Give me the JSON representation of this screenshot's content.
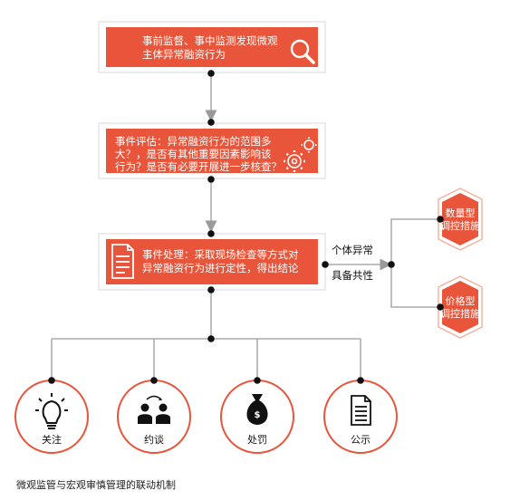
{
  "steps": [
    {
      "line1": "事前监督、事中监测发现微观",
      "line2": "主体异常融资行为",
      "line3": "",
      "icon": "magnifier-icon"
    },
    {
      "line1": "事件评估：异常融资行为的范围多",
      "line2": "大？，是否有其他重要因素影响该",
      "line3": "行为？是否有必要开展进一步核查？",
      "icon": "gears-icon"
    },
    {
      "line1": "事件处理：采取现场检查等方式对",
      "line2": "异常融资行为进行定性，得出结论",
      "line3": "",
      "icon": "document-icon"
    }
  ],
  "branch": {
    "upper_label": "个体异常",
    "lower_label": "具备共性"
  },
  "measures": [
    {
      "line1": "数量型",
      "line2": "调控措施"
    },
    {
      "line1": "价格型",
      "line2": "调控措施"
    }
  ],
  "actions": [
    {
      "label": "关注",
      "icon": "lightbulb-icon"
    },
    {
      "label": "约谈",
      "icon": "meeting-people-icon"
    },
    {
      "label": "处罚",
      "icon": "money-bag-icon"
    },
    {
      "label": "公示",
      "icon": "notice-document-icon"
    }
  ],
  "caption": "微观监管与宏观审慎管理的联动机制",
  "colors": {
    "accent": "#e8553a",
    "border": "#d9d9d9",
    "line": "#9a9a9a",
    "dot": "#111111"
  }
}
